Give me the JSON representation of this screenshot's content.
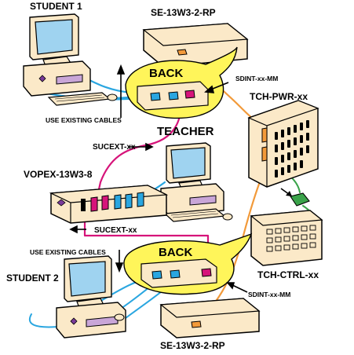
{
  "labels": {
    "student1": "STUDENT 1",
    "student2": "STUDENT 2",
    "teacher": "TEACHER",
    "se_top": "SE-13W3-2-RP",
    "se_bottom": "SE-13W3-2-RP",
    "back_top": "BACK",
    "back_bottom": "BACK",
    "use_existing_top": "USE EXISTING CABLES",
    "use_existing_bottom": "USE EXISTING CABLES",
    "sucext_top": "SUCEXT-xx",
    "sucext_mid": "SUCEXT-xx",
    "vopex": "VOPEX-13W3-8",
    "sdint_top": "SDINT-xx-MM",
    "sdint_bottom": "SDINT-xx-MM",
    "tch_pwr": "TCH-PWR-xx",
    "tch_ctrl": "TCH-CTRL-xx"
  },
  "colors": {
    "device_fill": "#fbe9c8",
    "back_highlight": "#fff55a",
    "screen": "#9fd3f0",
    "cable_blue": "#2aa6e0",
    "cable_orange": "#f29a3a",
    "cable_magenta": "#d6147a",
    "cable_green": "#3aa34a",
    "floppy": "#c9a6d8"
  }
}
